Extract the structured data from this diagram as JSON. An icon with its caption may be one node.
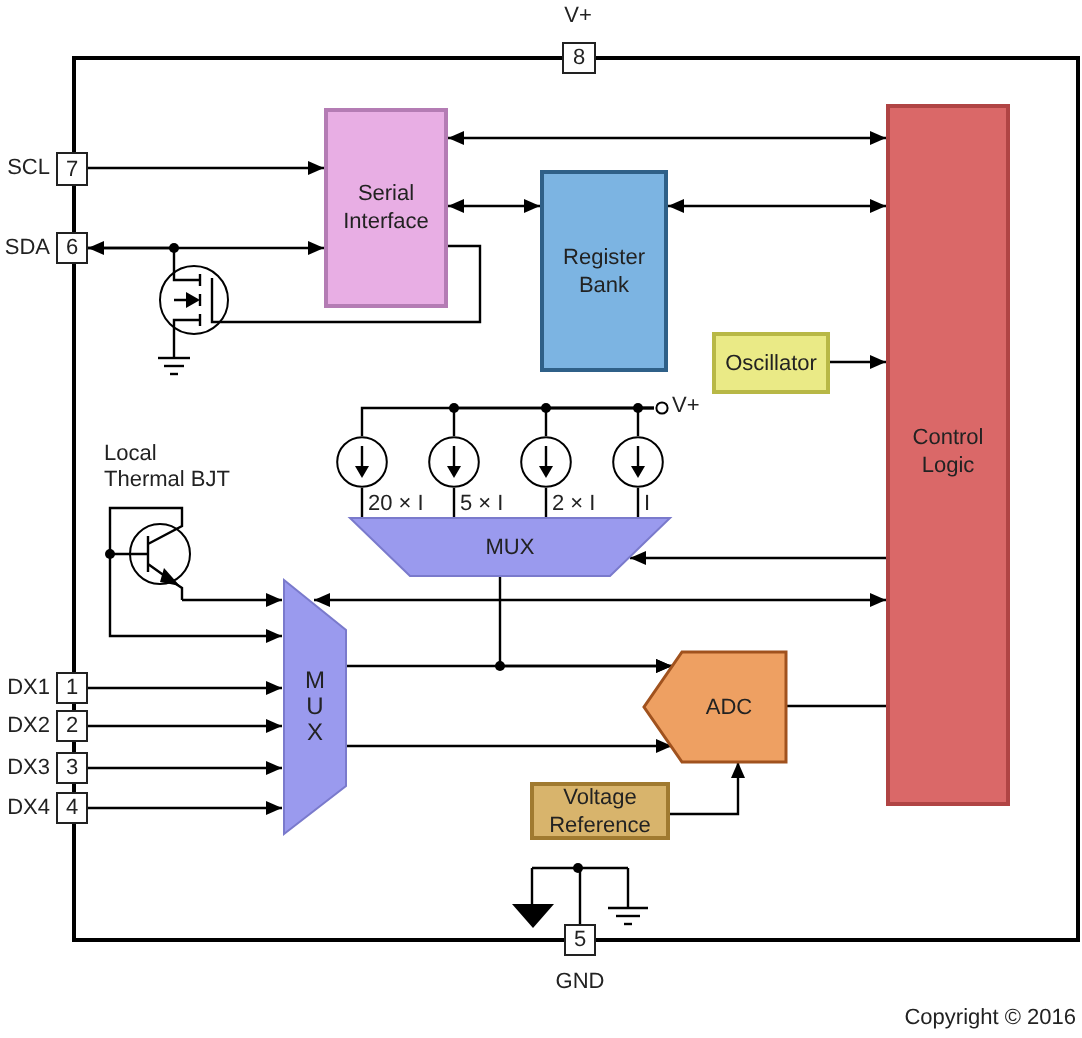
{
  "diagram": {
    "nodes": [
      {
        "text": [
          "8"
        ],
        "beside": [
          "V+"
        ]
      },
      {
        "text": [
          "7"
        ],
        "beside": [
          "SCL"
        ]
      },
      {
        "text": [
          "Serial Interface"
        ]
      },
      {
        "text": [
          "Register Bank"
        ]
      },
      {
        "text": [
          "Control Logic"
        ]
      },
      {
        "text": [
          "6"
        ],
        "beside": [
          "SDA"
        ]
      },
      {
        "text": [],
        "shape": "transistor"
      },
      {
        "text": [
          "Oscillator"
        ]
      },
      {
        "text": [],
        "shape": "circle",
        "beside": [
          "20 × I"
        ]
      },
      {
        "text": [],
        "shape": "circle",
        "beside": [
          "5 × I"
        ]
      },
      {
        "text": [],
        "shape": "circle",
        "beside": [
          "2 × I"
        ]
      },
      {
        "text": [],
        "shape": "circle",
        "beside": [
          "I"
        ]
      },
      {
        "text": [
          "V+"
        ]
      },
      {
        "text": [
          "MUX"
        ]
      },
      {
        "text": [
          "Local Thermal BJT"
        ]
      },
      {
        "text": [
          "MUX"
        ]
      },
      {
        "text": [
          "ADC"
        ]
      },
      {
        "text": [
          "Voltage Reference"
        ]
      },
      {
        "text": [
          "1"
        ],
        "beside": [
          "DX1"
        ]
      },
      {
        "text": [
          "2"
        ],
        "beside": [
          "DX2"
        ]
      },
      {
        "text": [
          "3"
        ],
        "beside": [
          "DX3"
        ]
      },
      {
        "text": [
          "4"
        ],
        "beside": [
          "DX4"
        ]
      },
      {
        "text": [
          "5"
        ],
        "beside": [
          "GND"
        ]
      }
    ],
    "edges": [
      {
        "from": 1,
        "to": 2,
        "arrow": "to"
      },
      {
        "from": 2,
        "to": 4,
        "arrow": "both"
      },
      {
        "from": 2,
        "to": 3,
        "arrow": "both"
      },
      {
        "from": 3,
        "to": 4,
        "arrow": "both"
      },
      {
        "from": 5,
        "to": 2,
        "arrow": "both"
      },
      {
        "from": 6,
        "to": 5,
        "arrow": "none"
      },
      {
        "from": 2,
        "to": 6,
        "arrow": "none"
      },
      {
        "from": 7,
        "to": 4,
        "arrow": "to"
      },
      {
        "from": 12,
        "to": 8,
        "arrow": "none"
      },
      {
        "from": 12,
        "to": 9,
        "arrow": "none"
      },
      {
        "from": 12,
        "to": 10,
        "arrow": "none"
      },
      {
        "from": 12,
        "to": 11,
        "arrow": "none"
      },
      {
        "from": 8,
        "to": 13,
        "arrow": "none"
      },
      {
        "from": 9,
        "to": 13,
        "arrow": "none"
      },
      {
        "from": 10,
        "to": 13,
        "arrow": "none"
      },
      {
        "from": 11,
        "to": 13,
        "arrow": "none"
      },
      {
        "from": 4,
        "to": 13,
        "arrow": "to"
      },
      {
        "from": 14,
        "to": 15,
        "arrow": "to"
      },
      {
        "from": 14,
        "to": 15,
        "arrow": "to"
      },
      {
        "from": 15,
        "to": 4,
        "arrow": "both"
      },
      {
        "from": 18,
        "to": 15,
        "arrow": "to"
      },
      {
        "from": 19,
        "to": 15,
        "arrow": "to"
      },
      {
        "from": 20,
        "to": 15,
        "arrow": "to"
      },
      {
        "from": 21,
        "to": 15,
        "arrow": "to"
      },
      {
        "from": 15,
        "to": 16,
        "arrow": "to"
      },
      {
        "from": 15,
        "to": 16,
        "arrow": "to"
      },
      {
        "from": 13,
        "to": 16,
        "arrow": "to"
      },
      {
        "from": 16,
        "to": 4,
        "arrow": "none"
      },
      {
        "from": 17,
        "to": 16,
        "arrow": "to"
      }
    ],
    "labels": [
      "Copyright © 2016"
    ]
  }
}
